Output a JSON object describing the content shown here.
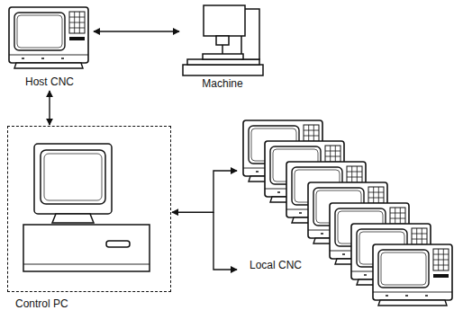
{
  "diagram": {
    "nodes": [
      {
        "text": [
          "Host CNC"
        ]
      },
      {
        "text": [
          "Machine"
        ]
      },
      {
        "text": [
          "Control PC"
        ]
      },
      {
        "text": [
          "Local CNC"
        ]
      }
    ],
    "edges": [
      {
        "from": 0,
        "to": 1,
        "arrow": "both"
      },
      {
        "from": 0,
        "to": 2,
        "arrow": "both"
      },
      {
        "from": 2,
        "to": 3,
        "arrow": "both"
      }
    ]
  }
}
